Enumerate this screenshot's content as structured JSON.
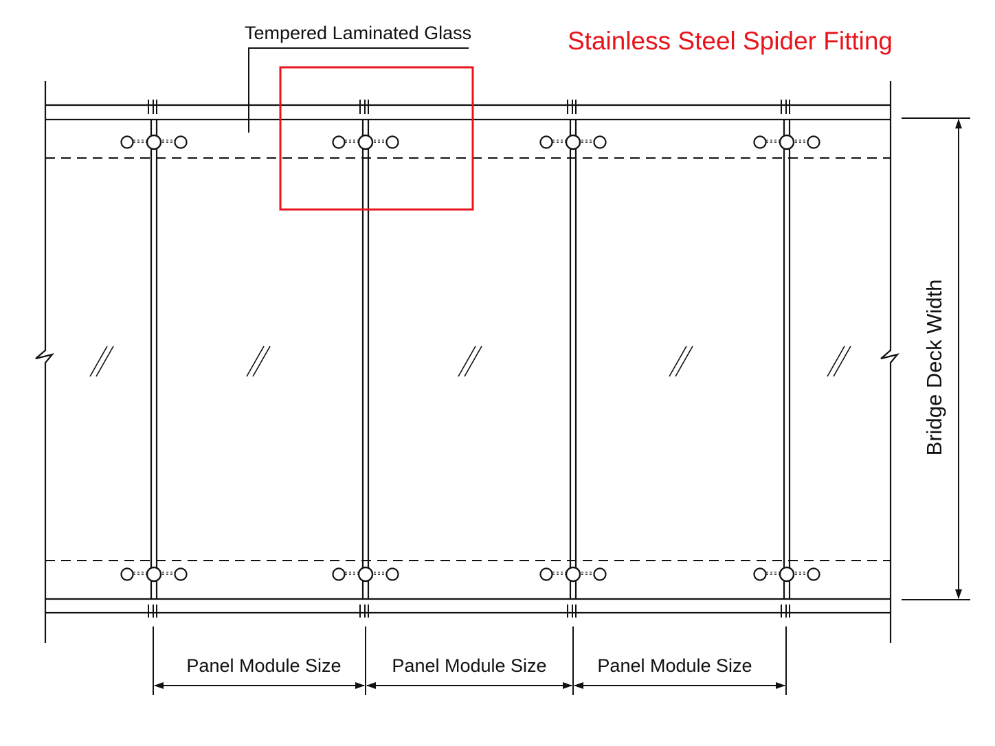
{
  "labels": {
    "glass": "Tempered Laminated Glass",
    "fitting": "Stainless Steel Spider Fitting",
    "deck_width": "Bridge Deck Width",
    "module_sizes": [
      "Panel Module Size",
      "Panel Module Size",
      "Panel Module Size"
    ]
  },
  "colors": {
    "line": "#111111",
    "highlight": "#e8141b",
    "background": "#ffffff"
  }
}
